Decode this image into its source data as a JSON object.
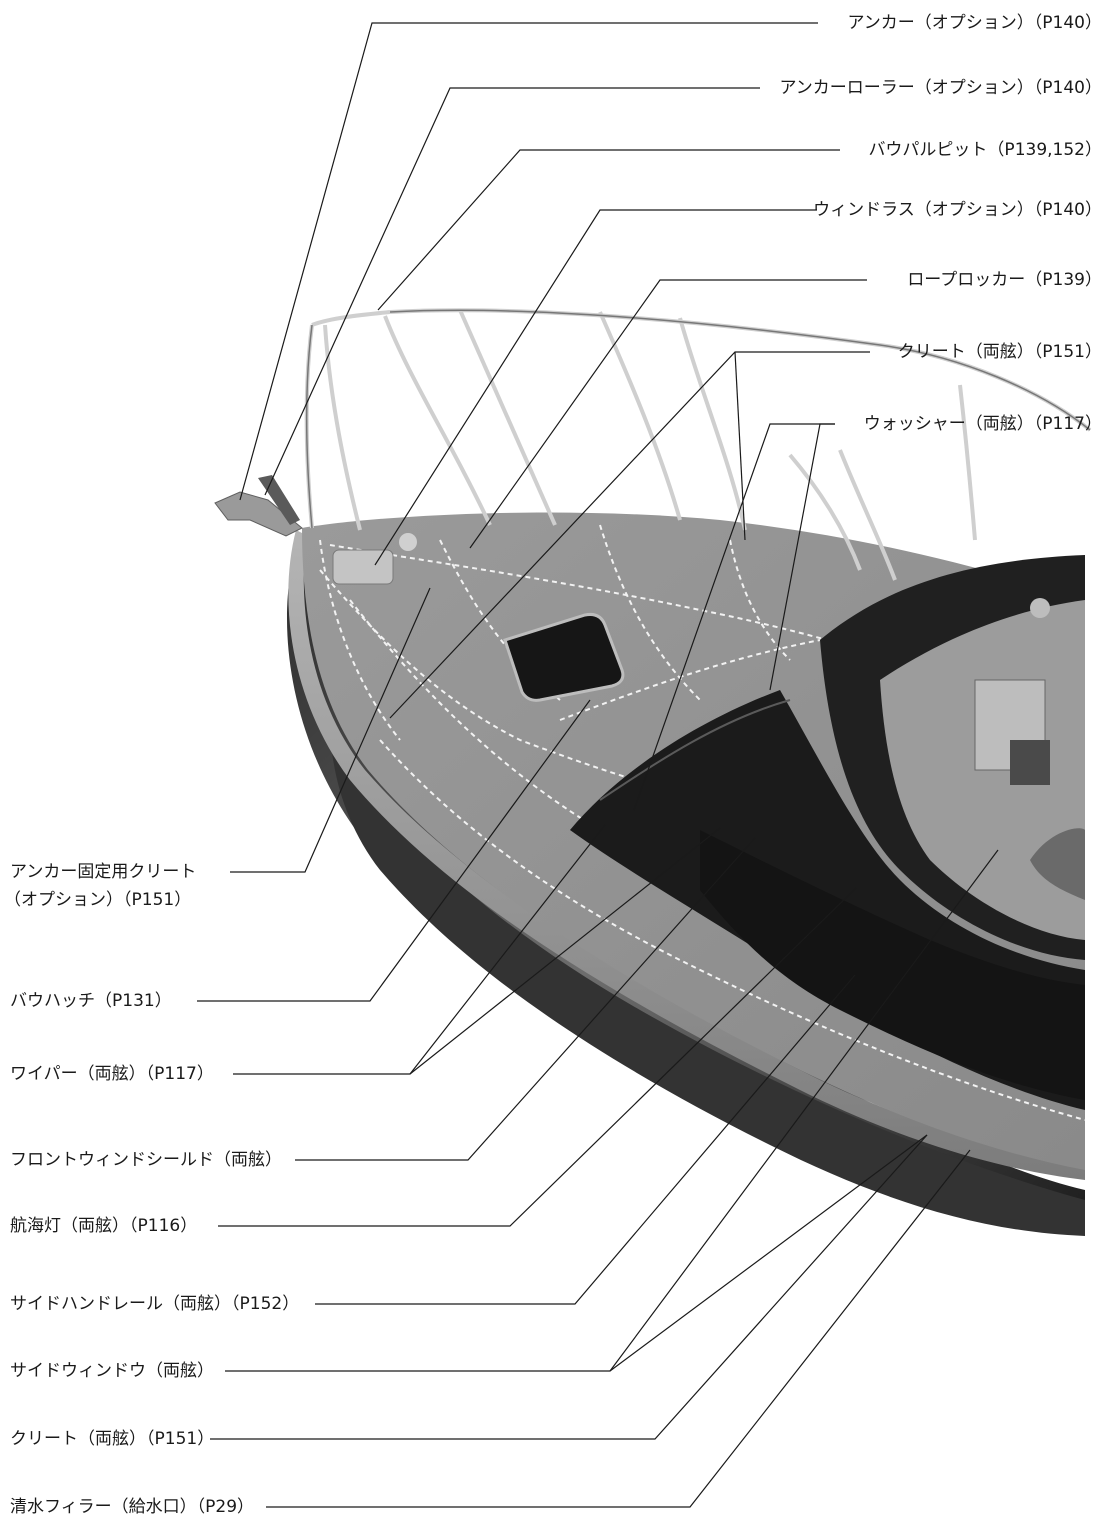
{
  "labels_right": [
    {
      "text": "アンカー（オプション）（P140）"
    },
    {
      "text": "アンカーローラー（オプション）（P140）"
    },
    {
      "text": "バウパルピット（P139,152）"
    },
    {
      "text": "ウィンドラス（オプション）（P140）"
    },
    {
      "text": "ロープロッカー（P139）"
    },
    {
      "text": "クリート（両舷）（P151）"
    },
    {
      "text": "ウォッシャー（両舷）（P117）"
    }
  ],
  "labels_left": [
    {
      "text": "アンカー固定用クリート"
    },
    {
      "text": "（オプション）（P151）"
    },
    {
      "text": "バウハッチ（P131）"
    },
    {
      "text": "ワイパー（両舷）（P117）"
    },
    {
      "text": "フロントウィンドシールド（両舷）"
    },
    {
      "text": "航海灯（両舷）（P116）"
    },
    {
      "text": "サイドハンドレール（両舷）（P152）"
    },
    {
      "text": "サイドウィンドウ（両舷）"
    },
    {
      "text": "クリート（両舷）（P151）"
    },
    {
      "text": "清水フィラー（給水口）（P29）"
    }
  ]
}
